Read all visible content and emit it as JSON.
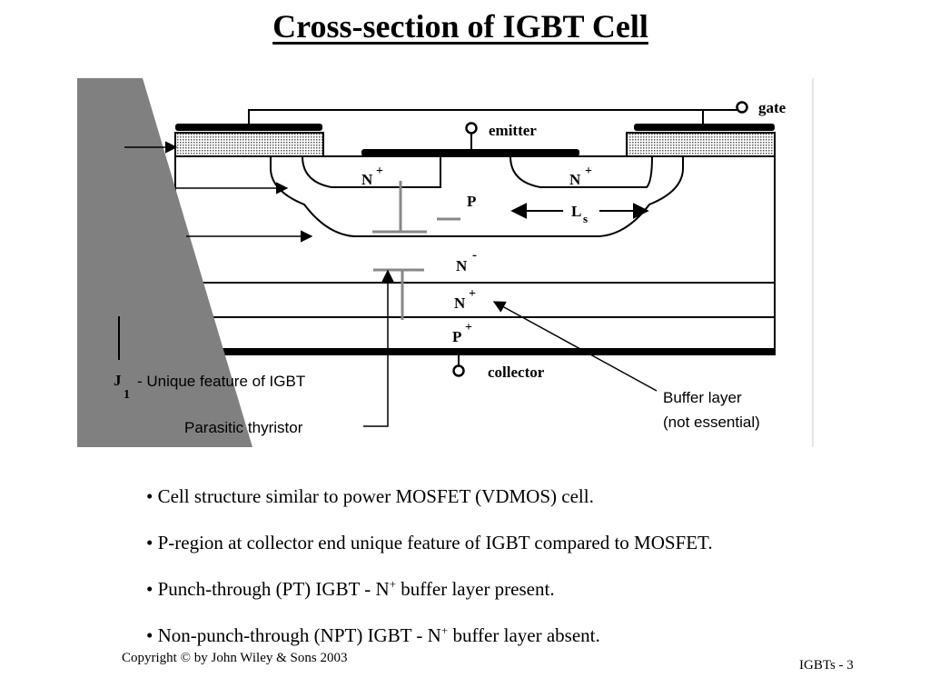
{
  "slide": {
    "title": "Cross-section of IGBT Cell",
    "copyright": "Copyright © by John Wiley & Sons 2003",
    "page_label": "IGBTs -  3"
  },
  "diagram": {
    "gate": "gate",
    "emitter": "emitter",
    "collector": "collector",
    "n_plus": "N",
    "sup_plus": "+",
    "p_region": "P",
    "n_minus": "N",
    "sup_minus": "-",
    "p_plus": "P",
    "ls_main": "L",
    "ls_sub": "s",
    "j_main": "J",
    "j_sub": "1",
    "j1_text": "- Unique feature of IGBT",
    "parasitic": "Parasitic thyristor",
    "buffer_line1": "Buffer layer",
    "buffer_line2": "(not essential)"
  },
  "bullets": [
    {
      "pre": "Cell structure similar to power MOSFET (VDMOS) cell.",
      "sup": "",
      "post": ""
    },
    {
      "pre": "P-region at collector  end unique feature of IGBT compared to MOSFET.",
      "sup": "",
      "post": ""
    },
    {
      "pre": "Punch-through (PT) IGBT - N",
      "sup": "+",
      "post": "  buffer layer present."
    },
    {
      "pre": "Non-punch-through (NPT) IGBT - N",
      "sup": "+",
      "post": "  buffer layer absent."
    }
  ]
}
